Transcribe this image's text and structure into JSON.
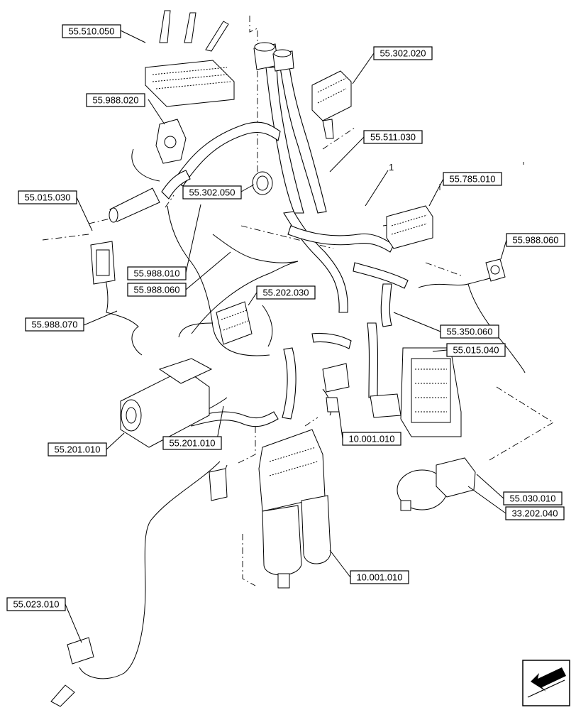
{
  "item_number": "1",
  "callouts": [
    {
      "id": "c1",
      "text": "55.510.050"
    },
    {
      "id": "c2",
      "text": "55.302.020"
    },
    {
      "id": "c3",
      "text": "55.988.020"
    },
    {
      "id": "c4",
      "text": "55.511.030"
    },
    {
      "id": "c5",
      "text": "55.302.050"
    },
    {
      "id": "c6",
      "text": "55.785.010"
    },
    {
      "id": "c7",
      "text": "55.015.030"
    },
    {
      "id": "c8",
      "text": "55.988.060"
    },
    {
      "id": "c9",
      "text": "55.988.010"
    },
    {
      "id": "c10",
      "text": "55.988.060"
    },
    {
      "id": "c11",
      "text": "55.202.030"
    },
    {
      "id": "c12",
      "text": "55.988.070"
    },
    {
      "id": "c13",
      "text": "55.350.060"
    },
    {
      "id": "c14",
      "text": "55.015.040"
    },
    {
      "id": "c15",
      "text": "55.201.010"
    },
    {
      "id": "c16",
      "text": "55.201.010"
    },
    {
      "id": "c17",
      "text": "10.001.010"
    },
    {
      "id": "c18",
      "text": "55.030.010"
    },
    {
      "id": "c19",
      "text": "33.202.040"
    },
    {
      "id": "c20",
      "text": "10.001.010"
    },
    {
      "id": "c21",
      "text": "55.023.010"
    }
  ],
  "nav_icon": "arrow-back-icon"
}
